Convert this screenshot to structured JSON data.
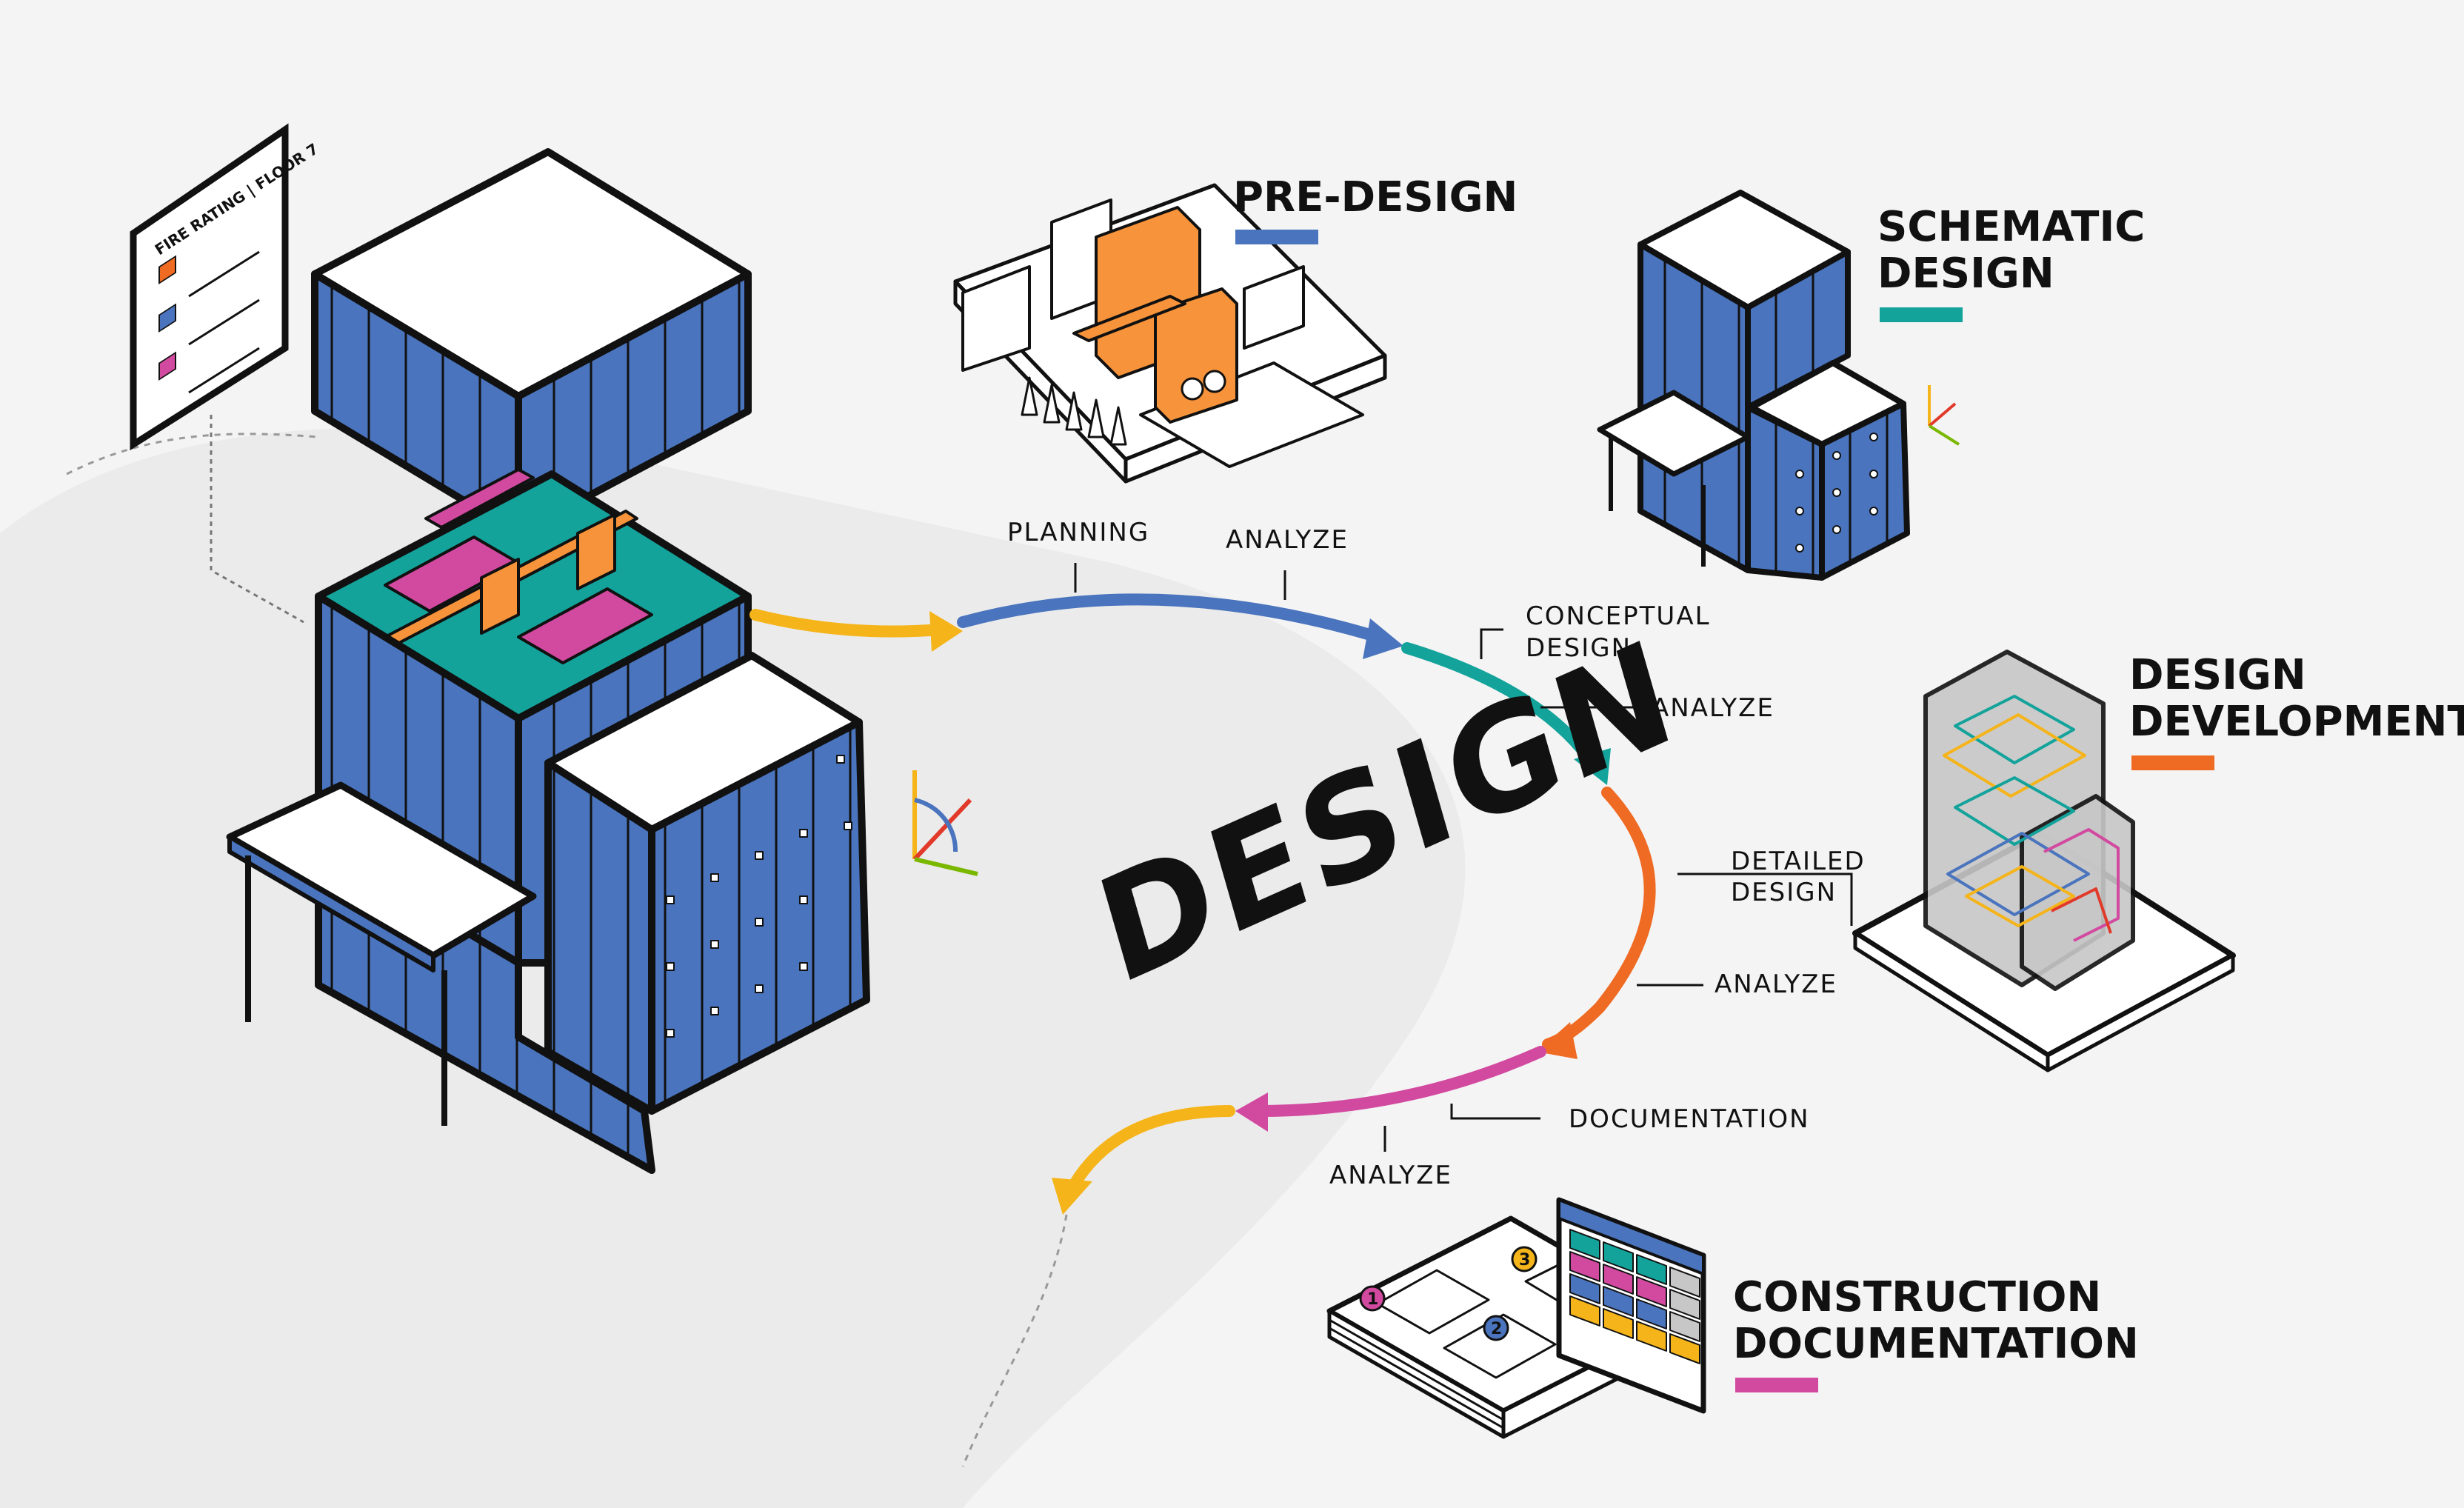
{
  "center_label": "DESIGN",
  "legend_card": {
    "title": "FIRE RATING | FLOOR 7"
  },
  "steps": {
    "planning": "PLANNING",
    "analyze_1": "ANALYZE",
    "conceptual_line1": "CONCEPTUAL",
    "conceptual_line2": "DESIGN",
    "analyze_2": "ANALYZE",
    "detailed_line1": "DETAILED",
    "detailed_line2": "DESIGN",
    "analyze_3": "ANALYZE",
    "documentation": "DOCUMENTATION",
    "analyze_4": "ANALYZE"
  },
  "phases": [
    {
      "line1": "PRE-DESIGN",
      "line2": "",
      "color": "#4a74bd"
    },
    {
      "line1": "SCHEMATIC",
      "line2": "DESIGN",
      "color": "#13a39b"
    },
    {
      "line1": "DESIGN",
      "line2": "DEVELOPMENT",
      "color": "#ef6a22"
    },
    {
      "line1": "CONSTRUCTION",
      "line2": "DOCUMENTATION",
      "color": "#d24aa0"
    }
  ],
  "markers": [
    "1",
    "2",
    "3"
  ],
  "colors": {
    "blue": "#4a74bd",
    "teal": "#13a39b",
    "orange": "#ef6a22",
    "orange_light": "#f7933a",
    "magenta": "#d24aa0",
    "yellow": "#f5b41a",
    "ink": "#111111",
    "background": "#f4f4f4",
    "ground": "#ebebeb"
  },
  "icons": [
    "sheet-icon",
    "axis-gizmo-icon",
    "arrowhead-icon"
  ]
}
